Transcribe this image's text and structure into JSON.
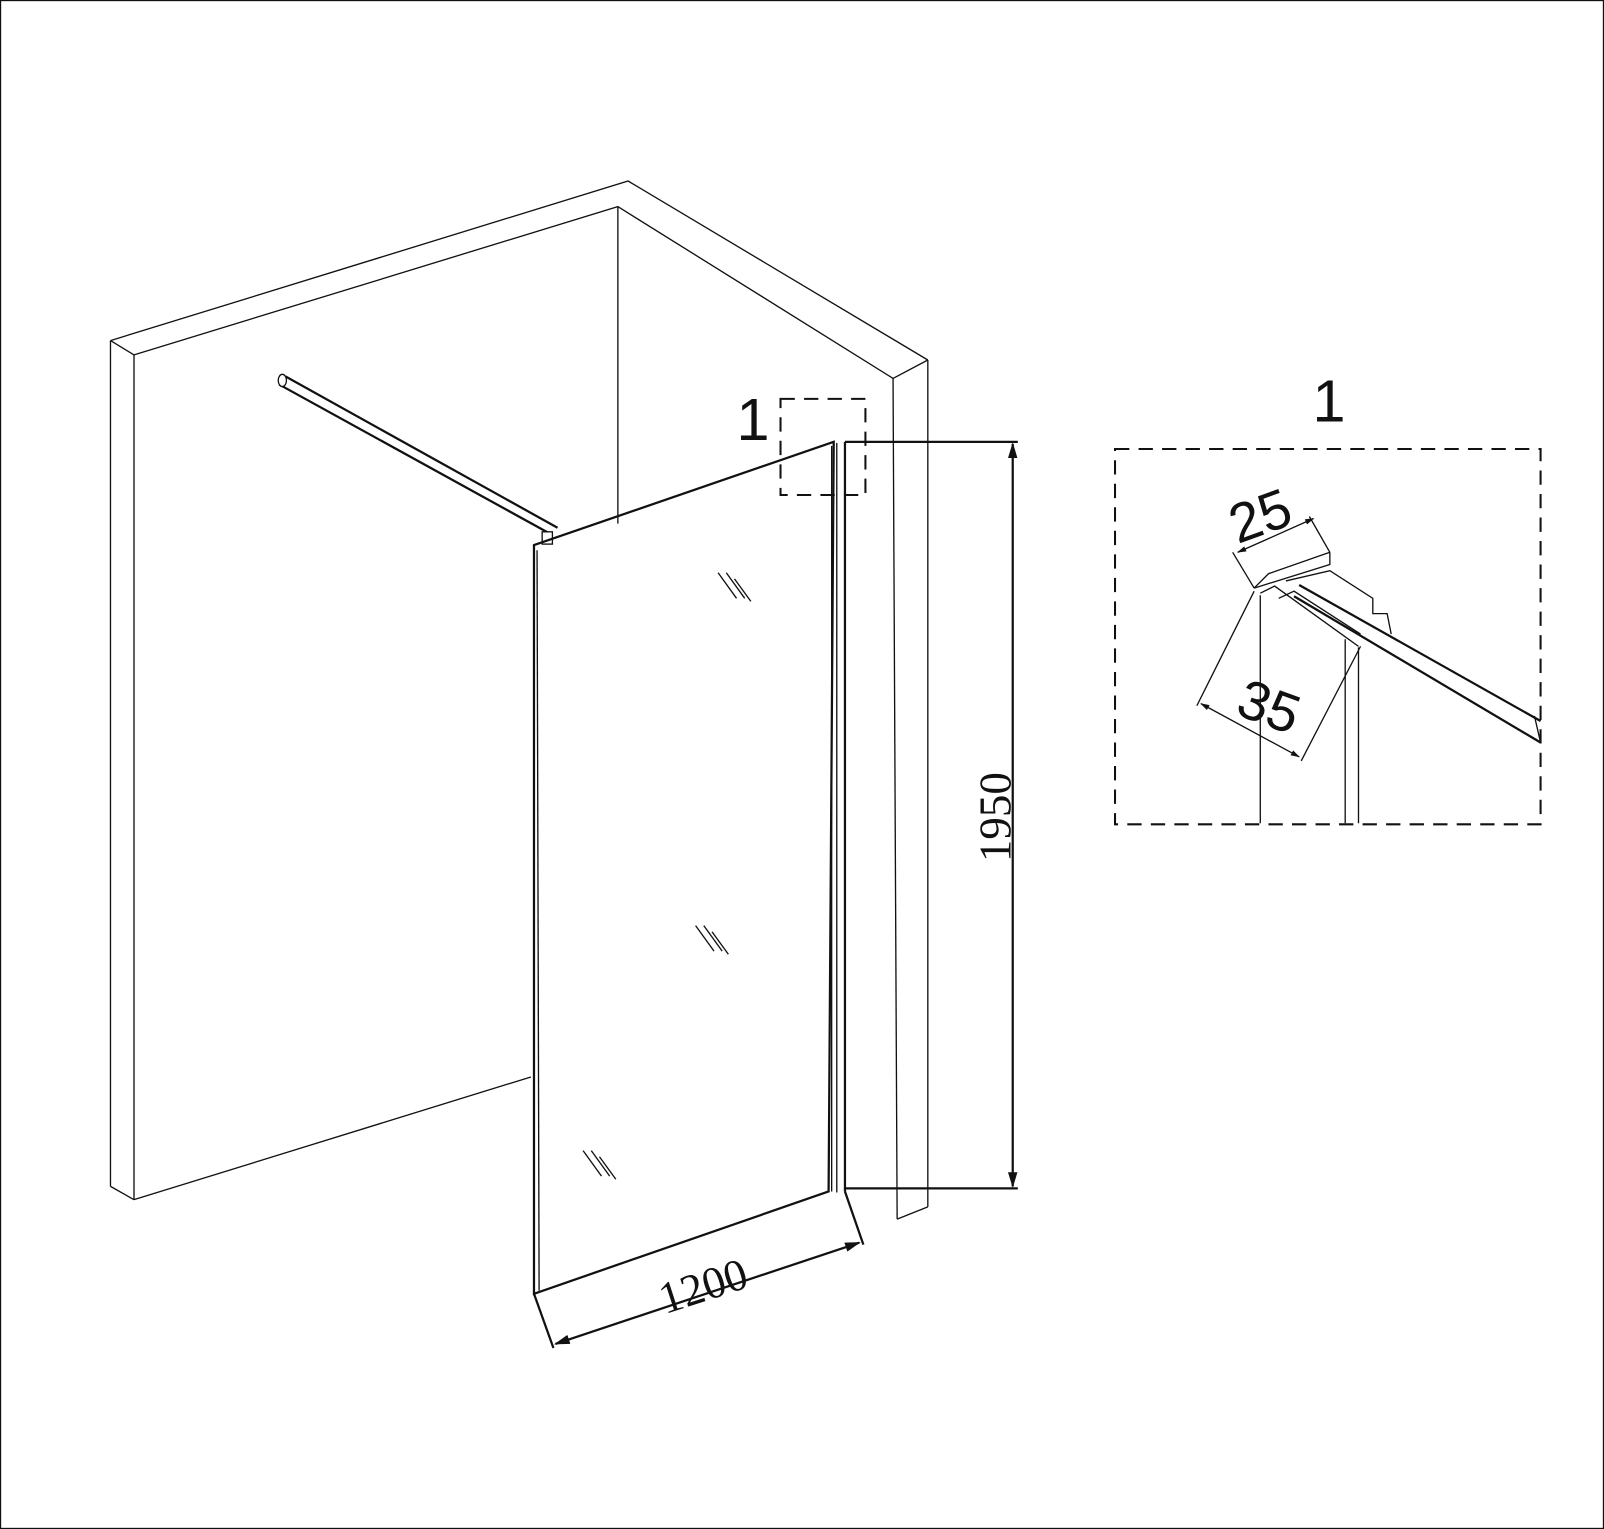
{
  "diagram": {
    "title": "Walk-in shower screen dimension drawing",
    "dimensions": {
      "height": "1950",
      "width": "1200"
    },
    "detail": {
      "callout_label": "1",
      "detail_label": "1",
      "profile_width": "25",
      "profile_depth": "35"
    }
  }
}
